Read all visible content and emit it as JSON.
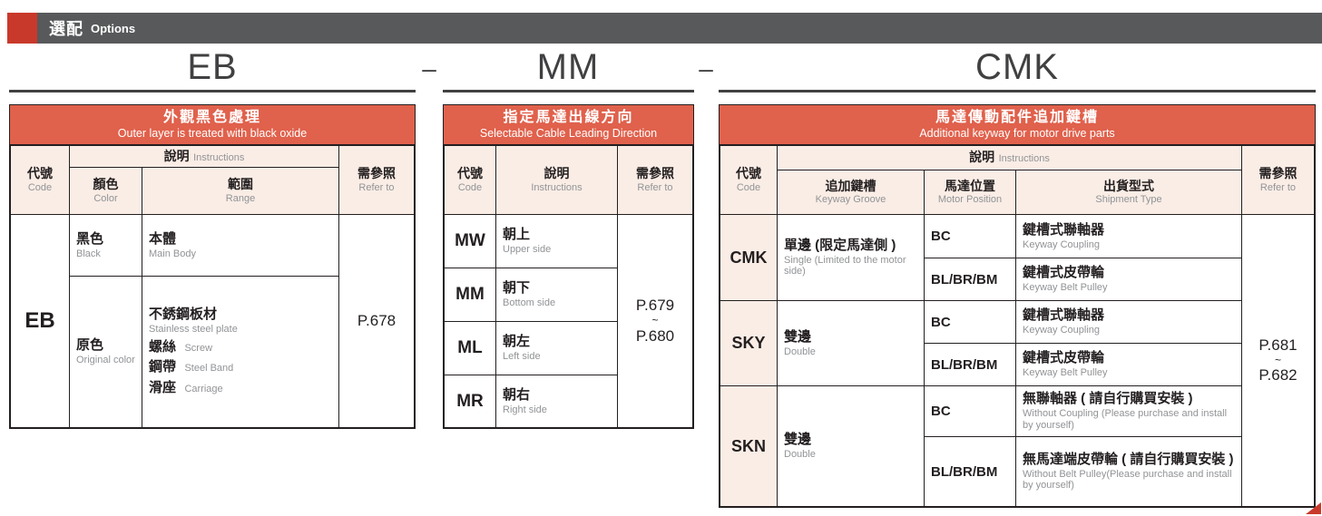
{
  "colors": {
    "accent_red": "#C9392B",
    "bar_gray": "#58595B",
    "table_header_red": "#E0614C",
    "column_header_pink": "#FAEDE6",
    "border_black": "#231F20",
    "english_text_gray": "#919396"
  },
  "banner": {
    "zh": "選配",
    "en": "Options"
  },
  "headings": {
    "eb": "EB",
    "sep1": "–",
    "mm": "MM",
    "sep2": "–",
    "cmk": "CMK"
  },
  "t1": {
    "title_zh": "外觀黑色處理",
    "title_en": "Outer layer is treated with black oxide",
    "col_code_zh": "代號",
    "col_code_en": "Code",
    "col_instr_zh": "說明",
    "col_instr_en": "Instructions",
    "col_color_zh": "顏色",
    "col_color_en": "Color",
    "col_range_zh": "範圍",
    "col_range_en": "Range",
    "col_refer_zh": "需參照",
    "col_refer_en": "Refer to",
    "code": "EB",
    "refer": "P.678",
    "row1": {
      "color_zh": "黑色",
      "color_en": "Black",
      "range_zh": "本體",
      "range_en": "Main Body"
    },
    "row2": {
      "color_zh": "原色",
      "color_en": "Original color",
      "items": [
        {
          "zh": "不銹鋼板材",
          "en": "Stainless steel plate"
        },
        {
          "zh": "螺絲",
          "en": "Screw"
        },
        {
          "zh": "鋼帶",
          "en": "Steel Band"
        },
        {
          "zh": "滑座",
          "en": "Carriage"
        }
      ]
    }
  },
  "t2": {
    "title_zh": "指定馬達出線方向",
    "title_en": "Selectable Cable Leading Direction",
    "col_code_zh": "代號",
    "col_code_en": "Code",
    "col_instr_zh": "說明",
    "col_instr_en": "Instructions",
    "col_refer_zh": "需參照",
    "col_refer_en": "Refer to",
    "refer_top": "P.679",
    "refer_tilde": "~",
    "refer_bottom": "P.680",
    "rows": [
      {
        "code": "MW",
        "zh": "朝上",
        "en": "Upper side"
      },
      {
        "code": "MM",
        "zh": "朝下",
        "en": "Bottom side"
      },
      {
        "code": "ML",
        "zh": "朝左",
        "en": "Left side"
      },
      {
        "code": "MR",
        "zh": "朝右",
        "en": "Right side"
      }
    ]
  },
  "t3": {
    "title_zh": "馬達傳動配件追加鍵槽",
    "title_en": "Additional keyway for motor drive parts",
    "col_code_zh": "代號",
    "col_code_en": "Code",
    "col_instr_zh": "說明",
    "col_instr_en": "Instructions",
    "col_keyway_zh": "追加鍵槽",
    "col_keyway_en": "Keyway Groove",
    "col_motor_zh": "馬達位置",
    "col_motor_en": "Motor Position",
    "col_ship_zh": "出貨型式",
    "col_ship_en": "Shipment Type",
    "col_refer_zh": "需參照",
    "col_refer_en": "Refer to",
    "refer_top": "P.681",
    "refer_tilde": "~",
    "refer_bottom": "P.682",
    "groups": [
      {
        "code": "CMK",
        "keyway_zh": "單邊 (限定馬達側 )",
        "keyway_en": "Single (Limited to the motor side)",
        "rows": [
          {
            "motor": "BC",
            "ship_zh": "鍵槽式聯軸器",
            "ship_en": "Keyway Coupling"
          },
          {
            "motor": "BL/BR/BM",
            "ship_zh": "鍵槽式皮帶輪",
            "ship_en": "Keyway Belt Pulley"
          }
        ]
      },
      {
        "code": "SKY",
        "keyway_zh": "雙邊",
        "keyway_en": "Double",
        "rows": [
          {
            "motor": "BC",
            "ship_zh": "鍵槽式聯軸器",
            "ship_en": "Keyway Coupling"
          },
          {
            "motor": "BL/BR/BM",
            "ship_zh": "鍵槽式皮帶輪",
            "ship_en": "Keyway Belt Pulley"
          }
        ]
      },
      {
        "code": "SKN",
        "keyway_zh": "雙邊",
        "keyway_en": "Double",
        "rows": [
          {
            "motor": "BC",
            "ship_zh": "無聯軸器 ( 請自行購買安裝 )",
            "ship_en": "Without Coupling (Please purchase and install by yourself)"
          },
          {
            "motor": "BL/BR/BM",
            "ship_zh": "無馬達端皮帶輪 ( 請自行購買安裝 )",
            "ship_en": "Without Belt Pulley(Please purchase and install by yourself)"
          }
        ]
      }
    ]
  }
}
